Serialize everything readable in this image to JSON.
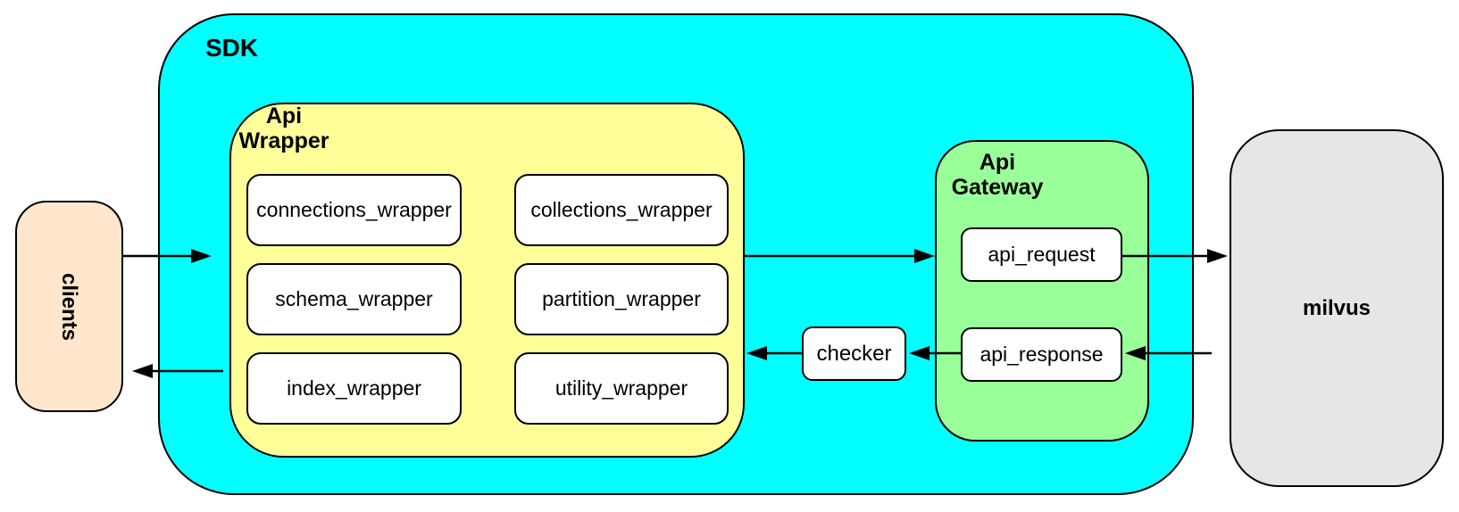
{
  "diagram": {
    "clients": {
      "label": "clients"
    },
    "sdk": {
      "label": "SDK"
    },
    "api_wrapper": {
      "line1": "Api",
      "line2": "Wrapper"
    },
    "wrappers": [
      {
        "label": "connections_wrapper"
      },
      {
        "label": "collections_wrapper"
      },
      {
        "label": "schema_wrapper"
      },
      {
        "label": "partition_wrapper"
      },
      {
        "label": "index_wrapper"
      },
      {
        "label": "utility_wrapper"
      }
    ],
    "api_gateway": {
      "line1": "Api",
      "line2": "Gateway"
    },
    "gateway_boxes": {
      "request": {
        "label": "api_request"
      },
      "response": {
        "label": "api_response"
      }
    },
    "checker": {
      "label": "checker"
    },
    "milvus": {
      "label": "milvus"
    }
  },
  "colors": {
    "cyan": "#00FFFF",
    "yellow": "#FFFF99",
    "green": "#99FF99",
    "peach": "#FFE6CC",
    "gray": "#E6E6E6",
    "white": "#FFFFFF",
    "line": "#000000"
  }
}
